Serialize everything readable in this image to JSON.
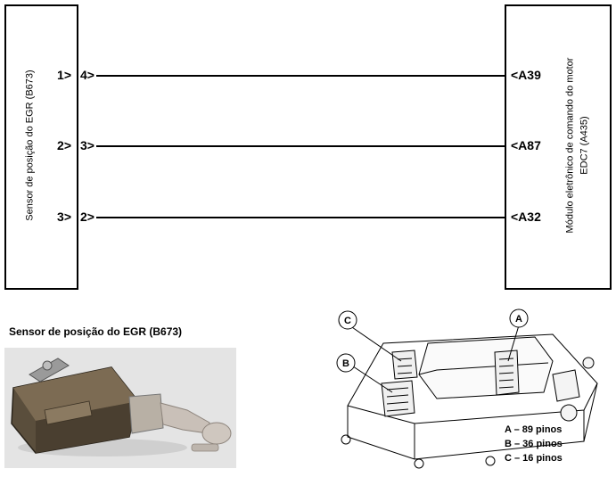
{
  "sensor_box": {
    "label": "Sensor de posição do EGR (B673)"
  },
  "ecu_box": {
    "label_line1": "Módulo eletrônico de comando do motor",
    "label_line2": "EDC7 (A435)"
  },
  "wires": [
    {
      "sensor_connector_pin": "1>",
      "sensor_pin": "4>",
      "ecu_pin": "<A39"
    },
    {
      "sensor_connector_pin": "2>",
      "sensor_pin": "3>",
      "ecu_pin": "<A87"
    },
    {
      "sensor_connector_pin": "3>",
      "sensor_pin": "2>",
      "ecu_pin": "<A32"
    }
  ],
  "sensor_photo": {
    "title": "Sensor de posição do EGR (B673)"
  },
  "ecu_drawing": {
    "callouts": [
      "C",
      "B",
      "A"
    ],
    "legend": [
      "A – 89 pinos",
      "B – 36 pinos",
      "C – 16 pinos"
    ]
  }
}
